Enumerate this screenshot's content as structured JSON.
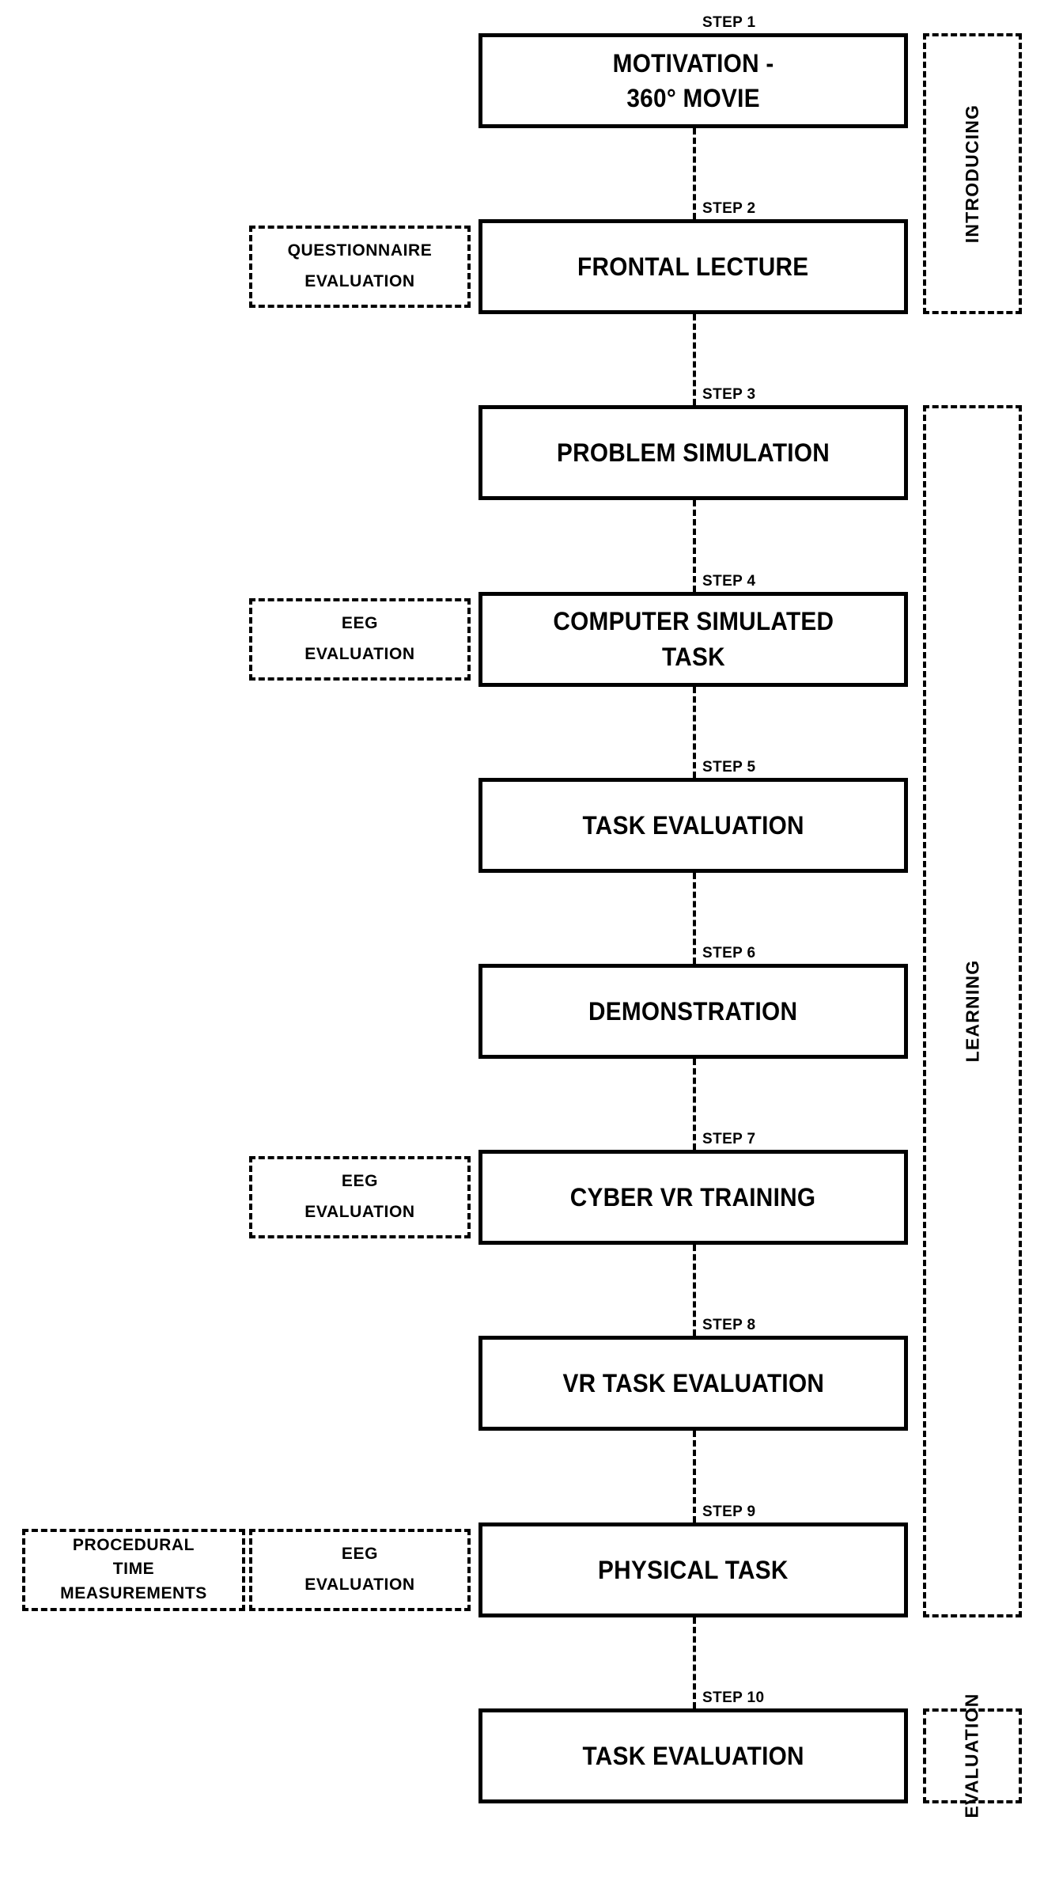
{
  "diagram": {
    "title": "VR Training Methodology Flowchart",
    "colors": {
      "line": "#000000",
      "background": "#ffffff",
      "text": "#000000"
    },
    "steps": [
      {
        "caption": "STEP 1",
        "lines": [
          "MOTIVATION -",
          "360° MOVIE"
        ]
      },
      {
        "caption": "STEP 2",
        "lines": [
          "FRONTAL LECTURE"
        ]
      },
      {
        "caption": "STEP 3",
        "lines": [
          "PROBLEM SIMULATION"
        ]
      },
      {
        "caption": "STEP 4",
        "lines": [
          "COMPUTER SIMULATED",
          "TASK"
        ]
      },
      {
        "caption": "STEP 5",
        "lines": [
          "TASK EVALUATION"
        ]
      },
      {
        "caption": "STEP 6",
        "lines": [
          "DEMONSTRATION"
        ]
      },
      {
        "caption": "STEP 7",
        "lines": [
          "CYBER VR TRAINING"
        ]
      },
      {
        "caption": "STEP 8",
        "lines": [
          "VR TASK EVALUATION"
        ]
      },
      {
        "caption": "STEP 9",
        "lines": [
          "PHYSICAL TASK"
        ]
      },
      {
        "caption": "STEP 10",
        "lines": [
          "TASK EVALUATION"
        ]
      }
    ],
    "evaluations": [
      {
        "step": 2,
        "column": "mid",
        "lines": [
          "QUESTIONNAIRE",
          "EVALUATION"
        ]
      },
      {
        "step": 4,
        "column": "mid",
        "lines": [
          "EEG",
          "EVALUATION"
        ]
      },
      {
        "step": 7,
        "column": "mid",
        "lines": [
          "EEG",
          "EVALUATION"
        ]
      },
      {
        "step": 9,
        "column": "mid",
        "lines": [
          "EEG",
          "EVALUATION"
        ]
      },
      {
        "step": 9,
        "column": "far",
        "lines": [
          "PROCEDURAL",
          "TIME",
          "MEASUREMENTS"
        ]
      }
    ],
    "phases": [
      {
        "label": "INTRODUCING",
        "steps": [
          1,
          2
        ]
      },
      {
        "label": "LEARNING",
        "steps": [
          3,
          4,
          5,
          6,
          7,
          8,
          9
        ]
      },
      {
        "label": "EVALUATION",
        "steps": [
          10
        ]
      }
    ]
  }
}
